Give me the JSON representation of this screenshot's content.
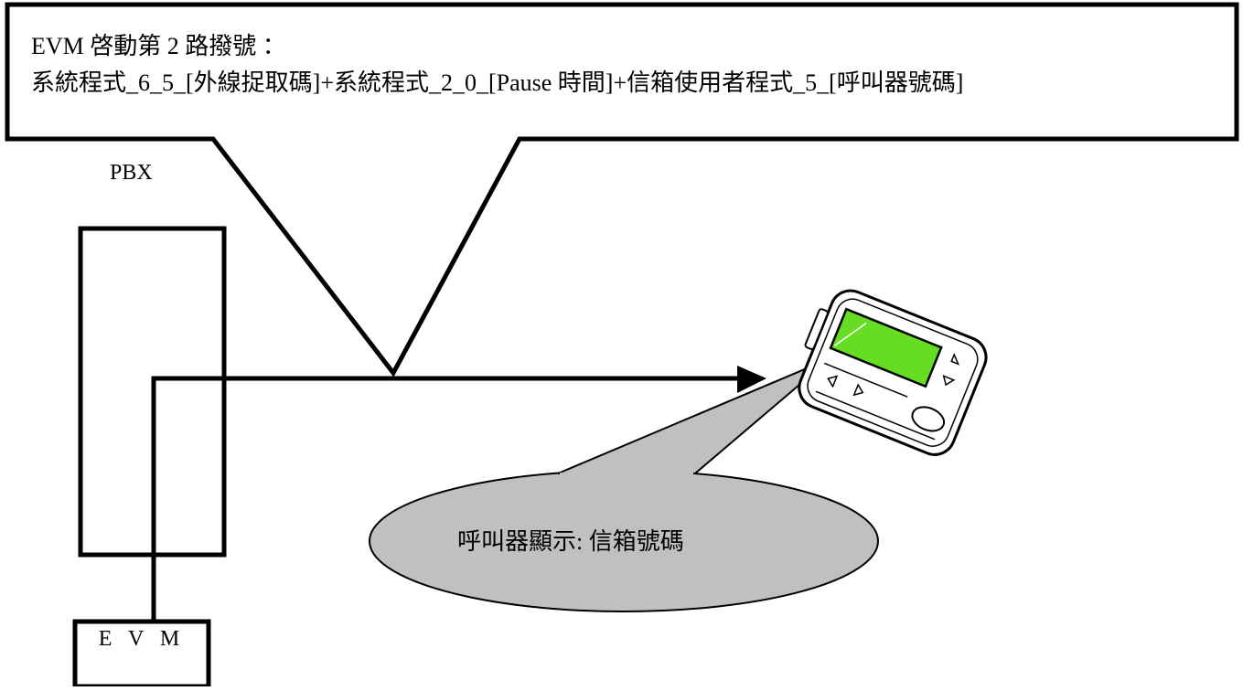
{
  "callout": {
    "line1": "EVM 啓動第 2 路撥號 ：",
    "line2": "系統程式_6_5_[外線捉取碼]+系統程式_2_0_[Pause 時間]+信箱使用者程式_5_[呼叫器號碼]"
  },
  "pbx": {
    "label": "PBX"
  },
  "evm": {
    "label": "E V M"
  },
  "bubble": {
    "text": "呼叫器顯示: 信箱號碼"
  },
  "colors": {
    "stroke": "#000000",
    "bubble_fill": "#c0c0c0",
    "pager_screen": "#66dd22",
    "background": "#ffffff"
  },
  "icons": [
    "pager-icon",
    "arrow-head-icon"
  ]
}
